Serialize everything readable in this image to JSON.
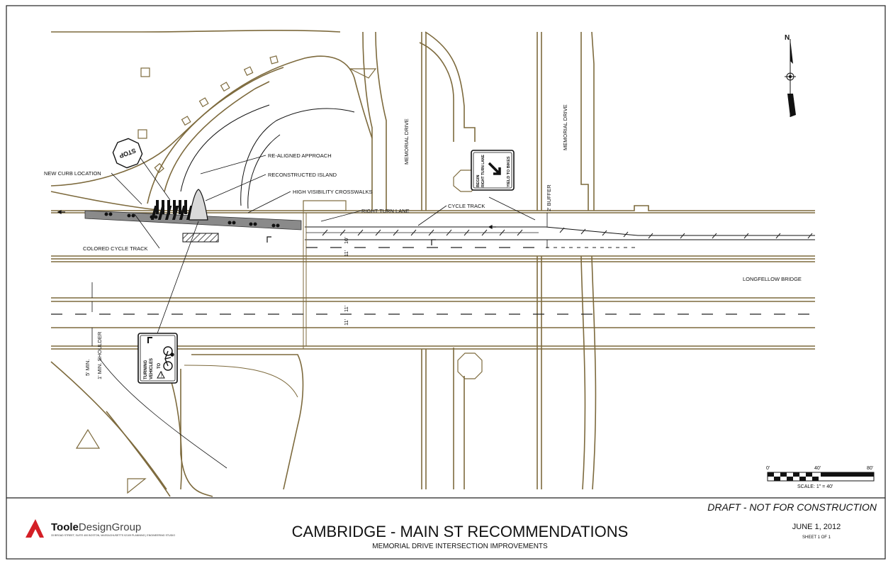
{
  "title_block": {
    "status": "DRAFT - NOT FOR CONSTRUCTION",
    "title": "CAMBRIDGE - MAIN ST RECOMMENDATIONS",
    "subtitle": "MEMORIAL DRIVE INTERSECTION IMPROVEMENTS",
    "date": "JUNE 1, 2012",
    "sheet": "SHEET 1 OF 1"
  },
  "logo": {
    "name_bold": "Toole",
    "name_rest": "DesignGroup",
    "address": "33 BROAD STREET, SUITE 400 BOSTON, MASSACHUSETTS 02109",
    "services": "PLANNING | ENGINEERING STUDIO"
  },
  "callouts": {
    "realigned": "RE-ALIGNED APPROACH",
    "island": "RECONSTRUCTED ISLAND",
    "crosswalks": "HIGH VISIBILITY CROSSWALKS",
    "curb": "NEW CURB LOCATION",
    "right_turn": "RIGHT TURN LANE",
    "cycle_track": "CYCLE TRACK",
    "colored_track": "COLORED CYCLE TRACK",
    "buffer": "2' BUFFER",
    "shoulder_min": "5' MIN.",
    "shoulder": "1' MIN. SHOULDER",
    "street_1": "MEMORIAL DRIVE",
    "street_2": "MEMORIAL DRIVE",
    "bridge": "LONGFELLOW BRIDGE"
  },
  "dimensions": {
    "lane_a": "10'",
    "lane_b": "11'",
    "lane_c": "11'",
    "lane_d": "11'"
  },
  "signs": {
    "stop": "STOP",
    "right_lane_1": "BEGIN",
    "right_lane_2": "RIGHT TURN LANE",
    "right_lane_3": "YIELD TO BIKES",
    "turning_1": "TURNING",
    "turning_2": "VEHICLES",
    "turning_3": "YIELD",
    "turning_4": "TO"
  },
  "north_arrow": {
    "label": "N"
  },
  "scale_bar": {
    "tick_0": "0'",
    "tick_1": "40'",
    "tick_2": "80'",
    "label": "SCALE: 1\" = 40'"
  },
  "colors": {
    "road": "#7d6a3d",
    "cycle_track": "#8a8a8a"
  }
}
